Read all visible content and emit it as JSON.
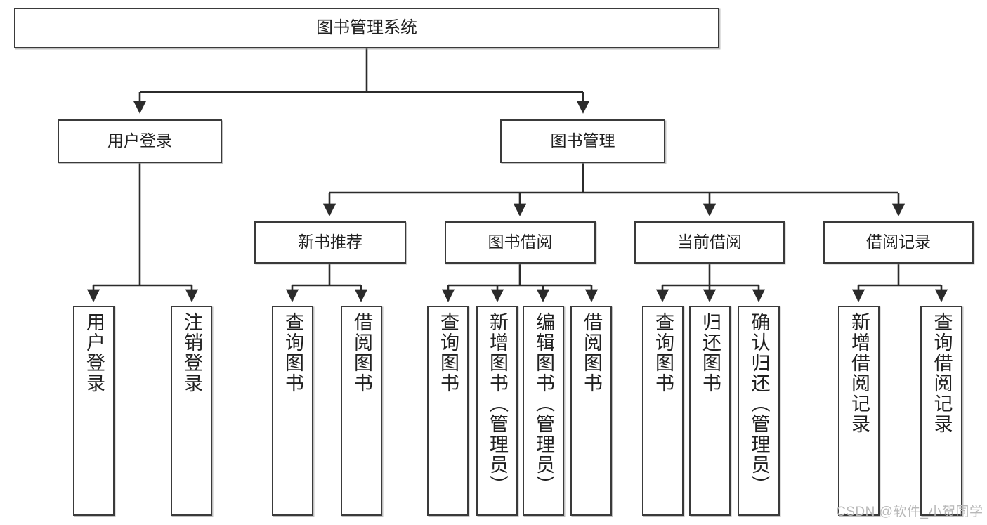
{
  "diagram": {
    "title": "图书管理系统",
    "type": "tree",
    "colors": {
      "box_border": "#3a3a3a",
      "box_fill": "#ffffff",
      "edge": "#2b2b2b",
      "text": "#202020",
      "watermark": "#b8b8b8",
      "background": "#ffffff"
    },
    "watermark": "CSDN @软件_小贺同学",
    "nodes": {
      "root": {
        "label": "图书管理系统"
      },
      "level2": [
        {
          "id": "user-login",
          "label": "用户登录"
        },
        {
          "id": "book-manage",
          "label": "图书管理"
        }
      ],
      "level3": [
        {
          "id": "new-book-recommend",
          "label": "新书推荐"
        },
        {
          "id": "book-borrow",
          "label": "图书借阅"
        },
        {
          "id": "current-borrow",
          "label": "当前借阅"
        },
        {
          "id": "borrow-record",
          "label": "借阅记录"
        }
      ],
      "leaves": [
        {
          "id": "leaf-user-login",
          "label": "用户登录",
          "parent": "user-login"
        },
        {
          "id": "leaf-user-logout",
          "label": "注销登录",
          "parent": "user-login"
        },
        {
          "id": "leaf-query-book-1",
          "label": "查询图书",
          "parent": "new-book-recommend"
        },
        {
          "id": "leaf-borrow-book-1",
          "label": "借阅图书",
          "parent": "new-book-recommend"
        },
        {
          "id": "leaf-query-book-2",
          "label": "查询图书",
          "parent": "book-borrow"
        },
        {
          "id": "leaf-add-book",
          "label": "新增图书（管理员）",
          "parent": "book-borrow"
        },
        {
          "id": "leaf-edit-book",
          "label": "编辑图书（管理员）",
          "parent": "book-borrow"
        },
        {
          "id": "leaf-borrow-book-2",
          "label": "借阅图书",
          "parent": "book-borrow"
        },
        {
          "id": "leaf-query-book-3",
          "label": "查询图书",
          "parent": "current-borrow"
        },
        {
          "id": "leaf-return-book",
          "label": "归还图书",
          "parent": "current-borrow"
        },
        {
          "id": "leaf-confirm-return",
          "label": "确认归还（管理员）",
          "parent": "current-borrow"
        },
        {
          "id": "leaf-add-record",
          "label": "新增借阅记录",
          "parent": "borrow-record"
        },
        {
          "id": "leaf-query-record",
          "label": "查询借阅记录",
          "parent": "borrow-record"
        }
      ]
    }
  }
}
